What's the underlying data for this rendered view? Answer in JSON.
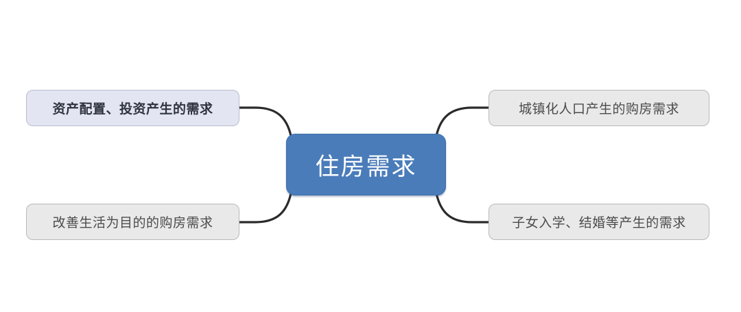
{
  "diagram": {
    "type": "mind-map",
    "background_color": "#ffffff",
    "root": {
      "label": "住房需求",
      "fill_color": "#4a7cba",
      "text_color": "#ffffff"
    },
    "branches": [
      {
        "id": "asset-allocation",
        "label": "资产配置、投资产生的需求",
        "position": "top-left",
        "fill_color": "#e3e6f2",
        "text_color": "#2f3340",
        "emphasis": "bold"
      },
      {
        "id": "urbanization",
        "label": "城镇化人口产生的购房需求",
        "position": "top-right",
        "fill_color": "#e9e9e9",
        "text_color": "#4b4b4b",
        "emphasis": "normal"
      },
      {
        "id": "life-improvement",
        "label": "改善生活为目的的购房需求",
        "position": "bottom-left",
        "fill_color": "#e9e9e9",
        "text_color": "#4b4b4b",
        "emphasis": "normal"
      },
      {
        "id": "schooling-marriage",
        "label": "子女入学、结婚等产生的需求",
        "position": "bottom-right",
        "fill_color": "#e9e9e9",
        "text_color": "#4b4b4b",
        "emphasis": "normal"
      }
    ],
    "connector_color": "#2b2b2b"
  }
}
